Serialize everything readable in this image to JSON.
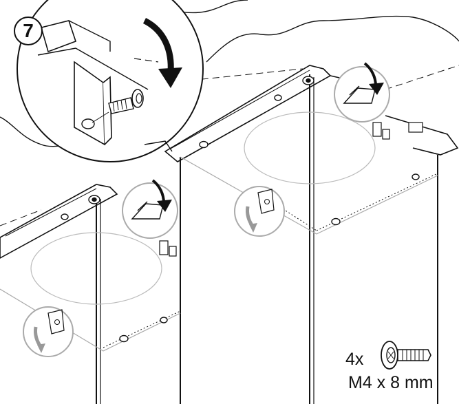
{
  "step": {
    "number": "7"
  },
  "hardware": {
    "quantity": "4x",
    "size": "M4 x 8 mm",
    "icon": "screw-icon"
  },
  "colors": {
    "line": "#111111",
    "shadow": "#ffffff",
    "highlight": "#dddddd",
    "callout_fill": "#ffffff"
  }
}
